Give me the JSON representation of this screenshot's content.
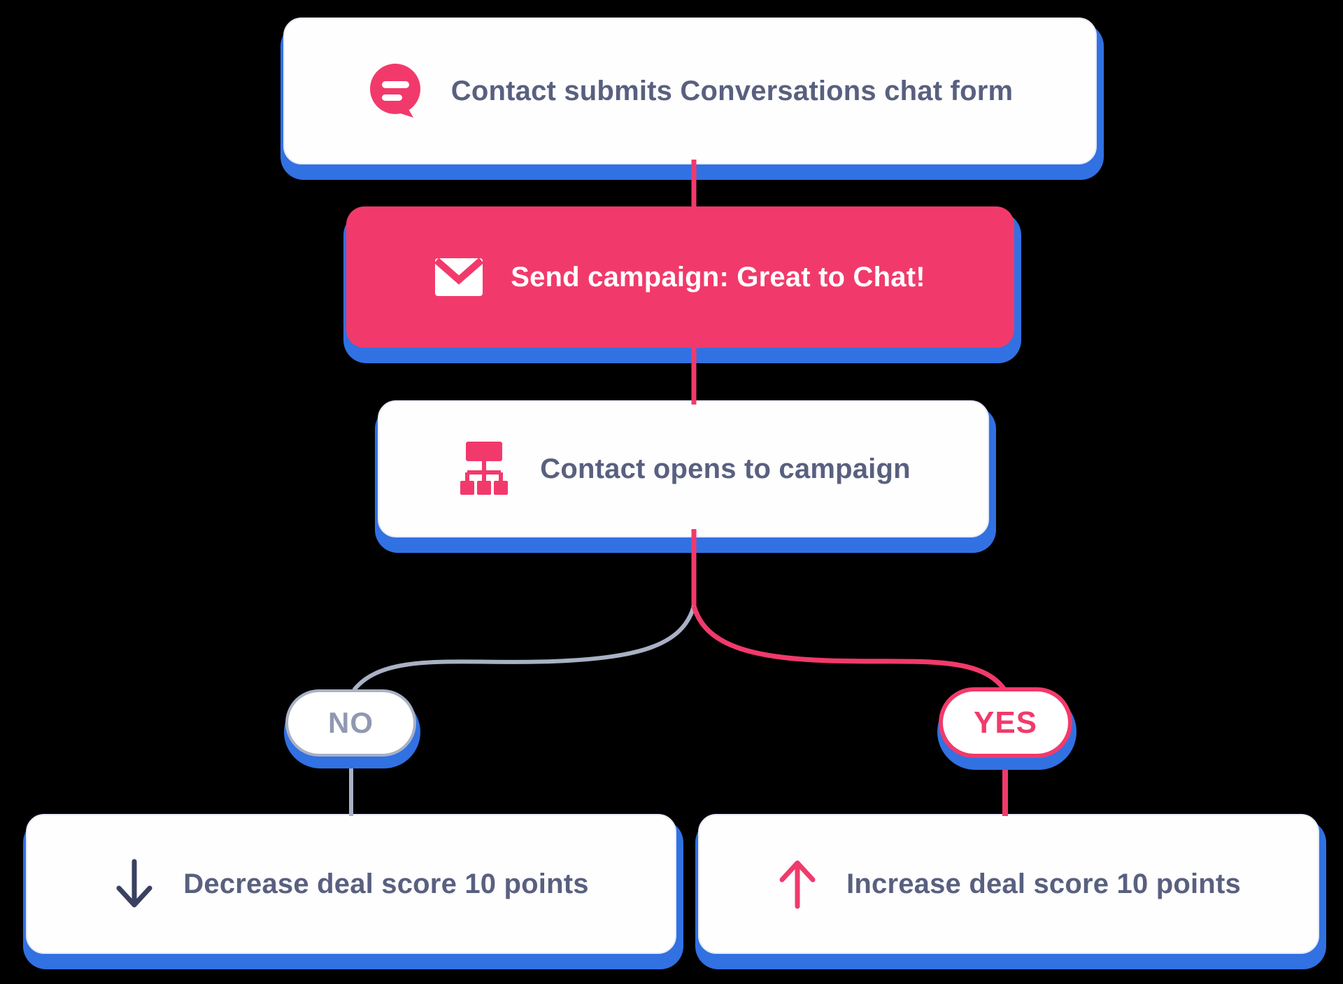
{
  "diagram": {
    "type": "automation-flowchart",
    "nodes": {
      "trigger": {
        "label": "Contact submits Conversations chat form",
        "icon": "chat-bubble-icon",
        "variant": "white"
      },
      "send_campaign": {
        "label": "Send campaign: Great to Chat!",
        "icon": "envelope-icon",
        "variant": "pink"
      },
      "opens_campaign": {
        "label": "Contact opens to campaign",
        "icon": "sitemap-icon",
        "variant": "white"
      },
      "branch_no": {
        "label": "NO"
      },
      "branch_yes": {
        "label": "YES"
      },
      "decrease_score": {
        "label": "Decrease deal score 10 points",
        "icon": "arrow-down-icon",
        "variant": "white"
      },
      "increase_score": {
        "label": "Increase deal score 10 points",
        "icon": "arrow-up-icon",
        "variant": "white"
      }
    },
    "edges": [
      {
        "from": "trigger",
        "to": "send_campaign",
        "color": "#F13A6B"
      },
      {
        "from": "send_campaign",
        "to": "opens_campaign",
        "color": "#F13A6B"
      },
      {
        "from": "opens_campaign",
        "to": "branch_no",
        "color": "#A9B1C4"
      },
      {
        "from": "opens_campaign",
        "to": "branch_yes",
        "color": "#F13A6B"
      },
      {
        "from": "branch_no",
        "to": "decrease_score",
        "color": "#A9B1C4"
      },
      {
        "from": "branch_yes",
        "to": "increase_score",
        "color": "#F13A6B"
      }
    ],
    "colors": {
      "accent_pink": "#F13A6B",
      "shadow_blue": "#3171E2",
      "label_text": "#59607F",
      "branch_gray": "#A9B1C4",
      "no_text": "#9099B0",
      "card_white": "#FEFEFF",
      "background": "#000000"
    }
  }
}
